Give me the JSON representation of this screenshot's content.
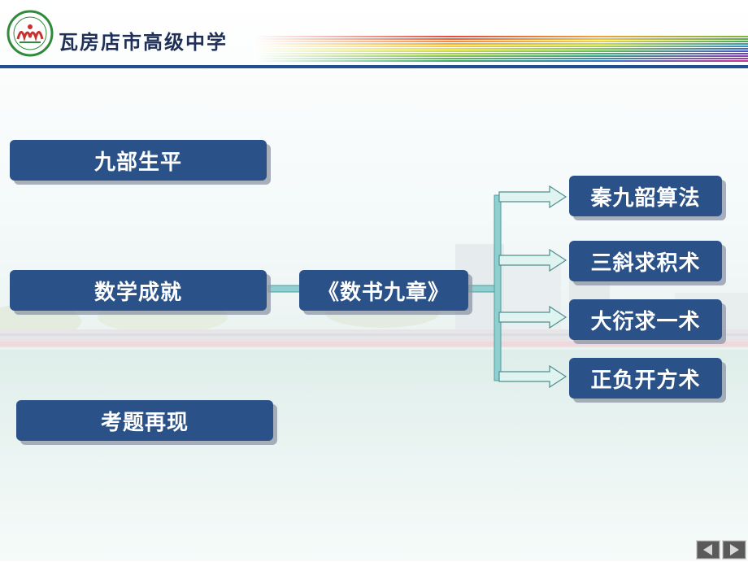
{
  "header": {
    "school_name": "瓦房店市高级中学",
    "logo_icon": "school-emblem-icon"
  },
  "left_menu": [
    {
      "label": "九部生平"
    },
    {
      "label": "数学成就"
    },
    {
      "label": "考题再现"
    }
  ],
  "center_node": {
    "label": "《数书九章》"
  },
  "branches": [
    {
      "label": "秦九韶算法"
    },
    {
      "label": "三斜求积术"
    },
    {
      "label": "大衍求一术"
    },
    {
      "label": "正负开方术"
    }
  ],
  "footer_nav": {
    "prev_icon": "triangle-left-icon",
    "next_icon": "triangle-right-icon"
  },
  "colors": {
    "button_blue": "#2b5288",
    "connector_teal": "#8fcfcf",
    "header_navy": "#1f4f8f"
  }
}
